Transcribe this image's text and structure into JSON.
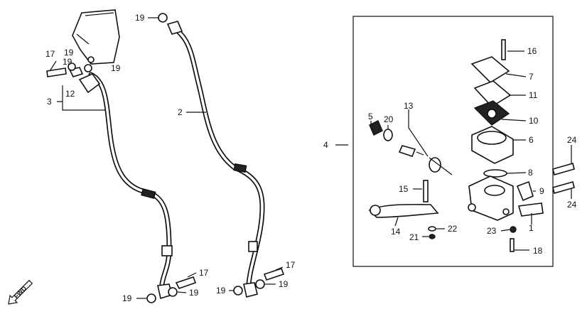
{
  "labels": {
    "l1": "1",
    "l2": "2",
    "l3": "3",
    "l4": "4",
    "l5": "5",
    "l6": "6",
    "l7": "7",
    "l8": "8",
    "l9": "9",
    "l10": "10",
    "l11": "11",
    "l12": "12",
    "l13": "13",
    "l14": "14",
    "l15": "15",
    "l16": "16",
    "l17": "17",
    "l18": "18",
    "l19": "19",
    "l20": "20",
    "l21": "21",
    "l22": "22",
    "l23": "23",
    "l24": "24"
  },
  "direction_arrow": {
    "text": "FWD",
    "icon": "fwd-arrow-icon"
  }
}
